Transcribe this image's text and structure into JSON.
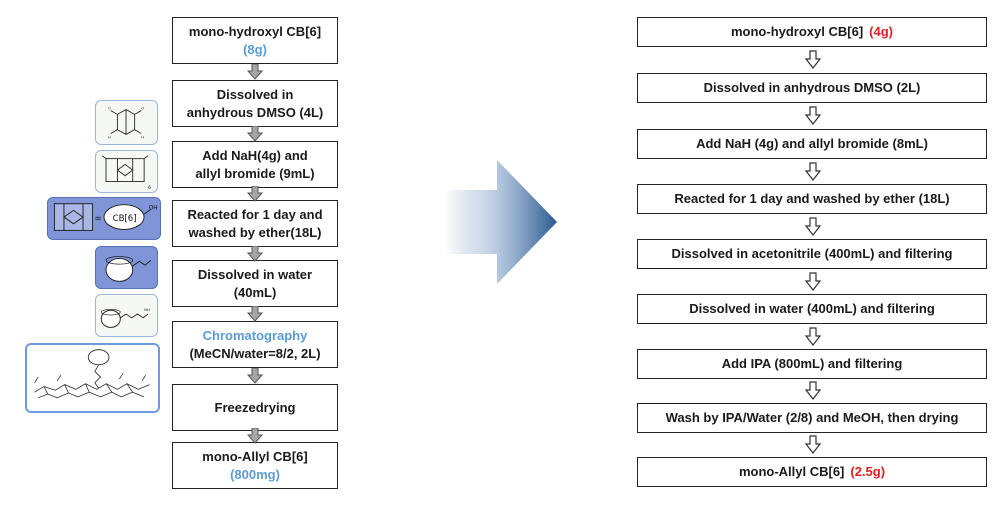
{
  "left_flow": {
    "steps": [
      {
        "line1": "mono-hydroxyl  CB[6]",
        "line2": "(8g)"
      },
      {
        "line1": "Dissolved in",
        "line2": "anhydrous DMSO (4L)"
      },
      {
        "line1": "Add NaH(4g) and",
        "line2": "allyl bromide  (9mL)"
      },
      {
        "line1": "Reacted for 1 day and",
        "line2": "washed by ether(18L)"
      },
      {
        "line1": "Dissolved in water",
        "line2": "(40mL)"
      },
      {
        "line1": "Chromatography",
        "line2": "(MeCN/water=8/2,  2L)"
      },
      {
        "line1": "Freezedrying",
        "line2": ""
      },
      {
        "line1": "mono-Allyl  CB[6]",
        "line2": "(800mg)"
      }
    ]
  },
  "right_flow": {
    "steps": [
      {
        "text": "mono-hydroxyl  CB[6]",
        "highlight": "(4g)"
      },
      {
        "text": "Dissolved in anhydrous  DMSO  (2L)",
        "highlight": ""
      },
      {
        "text": "Add  NaH  (4g)  and  allyl  bromide  (8mL)",
        "highlight": ""
      },
      {
        "text": "Reacted  for  1  day  and  washed  by  ether  (18L)",
        "highlight": ""
      },
      {
        "text": "Dissolved  in  acetonitrile  (400mL)  and  filtering",
        "highlight": ""
      },
      {
        "text": "Dissolved  in  water  (400mL)  and  filtering",
        "highlight": ""
      },
      {
        "text": "Add  IPA  (800mL)  and  filtering",
        "highlight": ""
      },
      {
        "text": "Wash  by  IPA/Water  (2/8)  and  MeOH,  then  drying",
        "highlight": ""
      },
      {
        "text": "mono-Allyl  CB[6]",
        "highlight": "(2.5g)"
      }
    ]
  },
  "side_images": {
    "cb_label": "CB[6]",
    "icons": [
      "glycoluril-structure",
      "cb6-repeat-unit",
      "hydroxyl-cb6-reaction",
      "allyl-cb6-cartoon",
      "functionalized-cb6-cartoon",
      "cb6-polysaccharide-conjugate"
    ]
  },
  "colors": {
    "blue_text": "#5b9bd5",
    "red_text": "#e02020",
    "arrow_gray": "#9a9a9a",
    "big_arrow": "#2f5d8f"
  }
}
